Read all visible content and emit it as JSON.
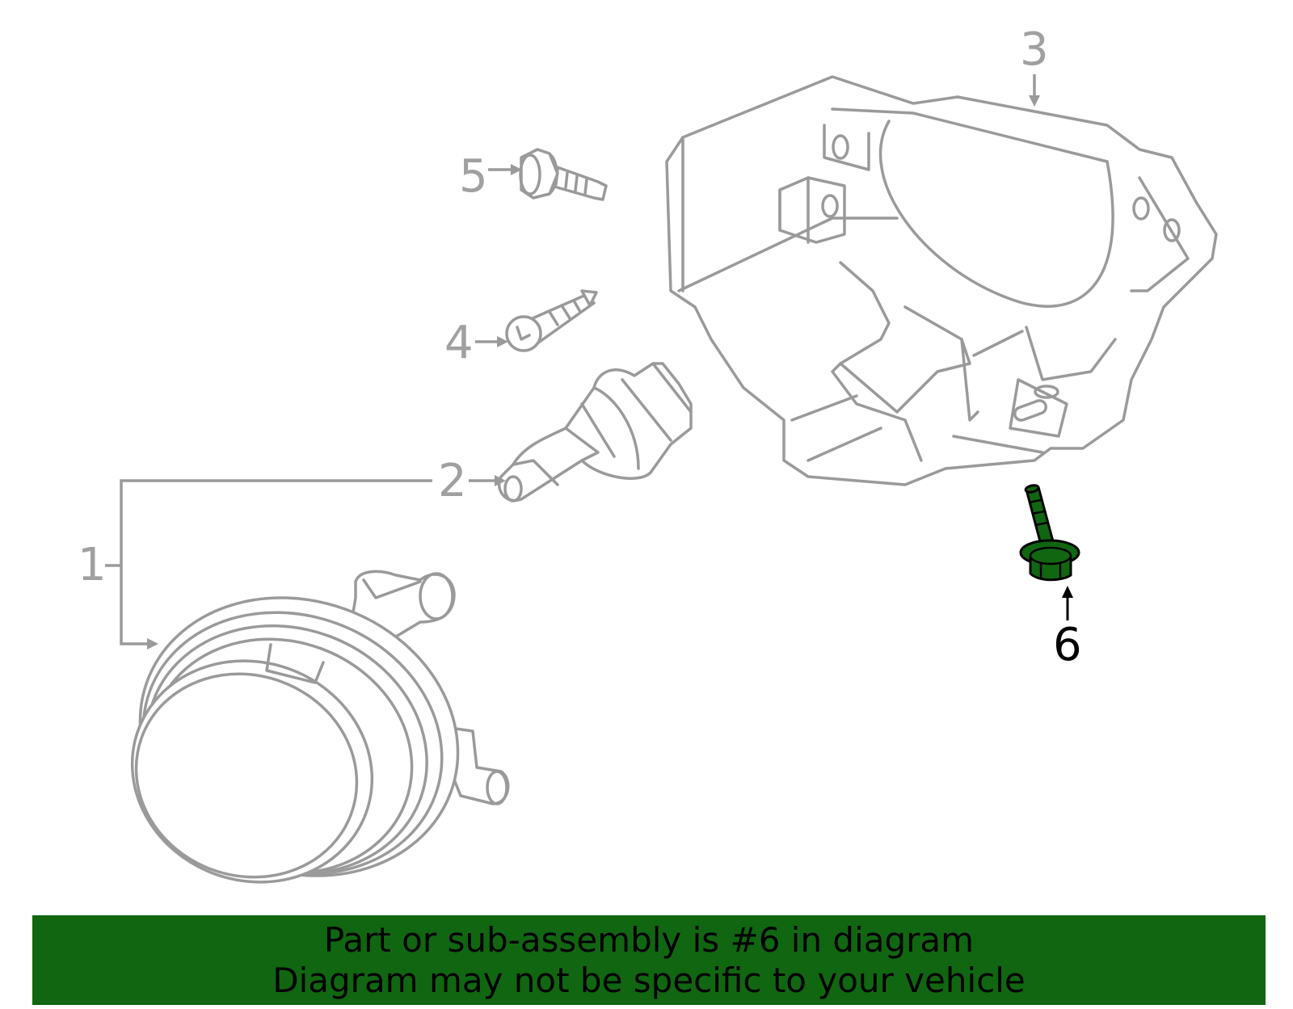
{
  "colors": {
    "banner_background": "#116611",
    "highlight_part": "#116611",
    "part_outline": "#9a9a9a",
    "highlight_callout": "#000000"
  },
  "callouts": {
    "c1": "1",
    "c2": "2",
    "c3": "3",
    "c4": "4",
    "c5": "5",
    "c6": "6"
  },
  "banner": {
    "line1": "Part or sub-assembly is #6 in diagram",
    "line2": "Diagram may not be specific to your vehicle"
  }
}
